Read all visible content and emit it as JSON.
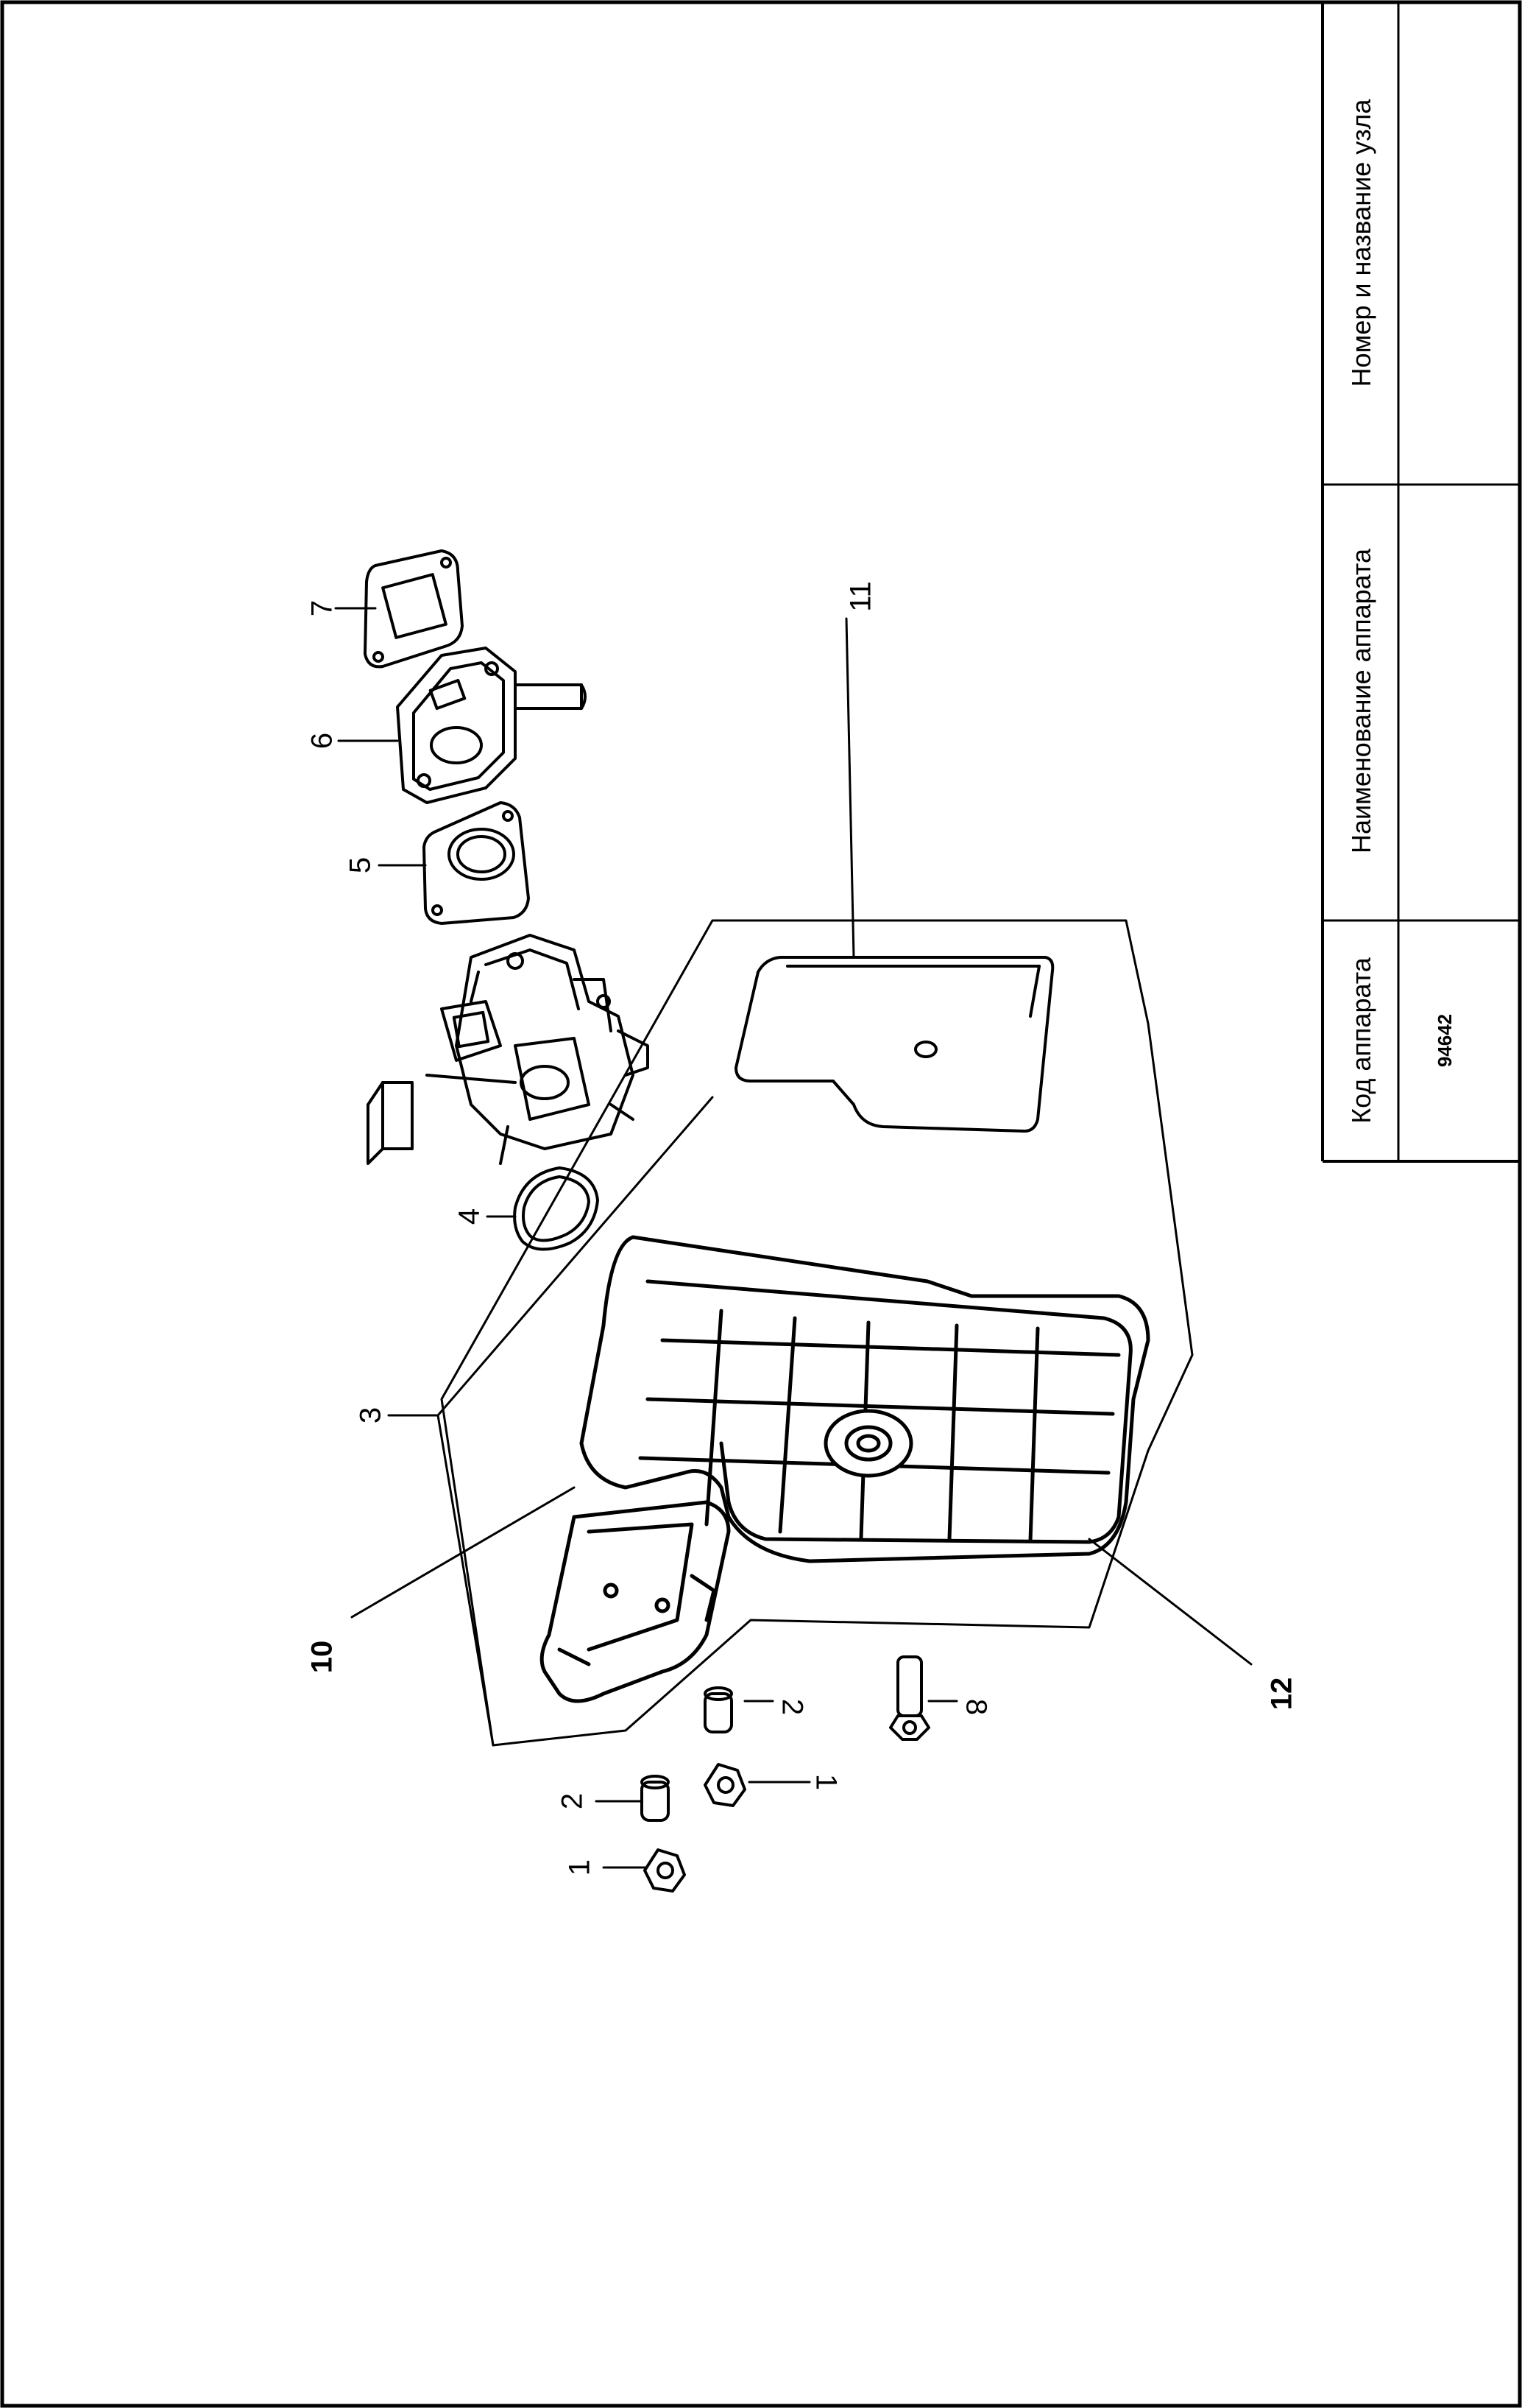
{
  "title_block": {
    "node_header": "Номер и название узла",
    "node_value": "",
    "device_name_header": "Наименование аппарата",
    "device_name_value": "",
    "device_code_header": "Код аппарата",
    "device_code_value": "94642"
  },
  "callouts": {
    "c1a": "1",
    "c1b": "1",
    "c2a": "2",
    "c2b": "2",
    "c3": "3",
    "c4": "4",
    "c5": "5",
    "c6": "6",
    "c7": "7",
    "c8": "8",
    "c10": "10",
    "c11": "11",
    "c12": "12"
  }
}
